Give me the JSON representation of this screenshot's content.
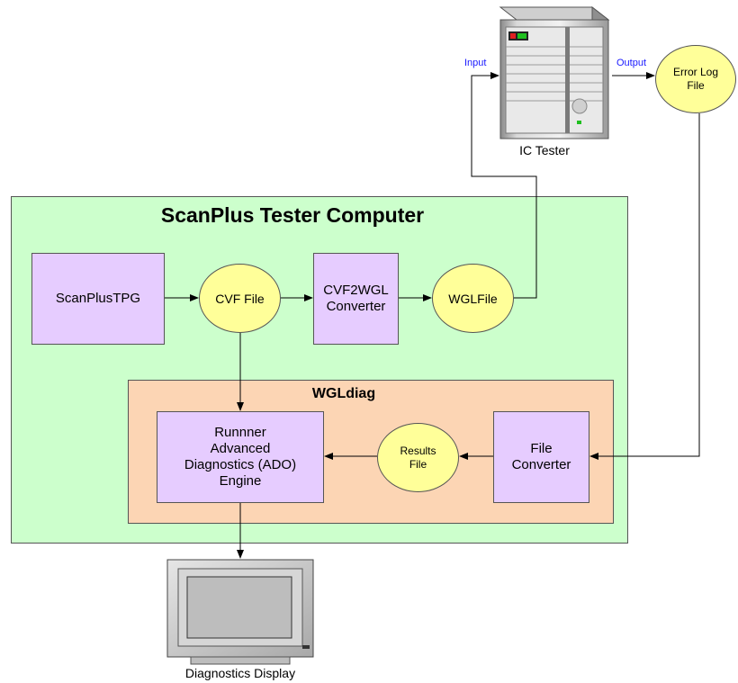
{
  "containers": {
    "tester_computer_title": "ScanPlus Tester Computer",
    "wgldiag_title": "WGLdiag"
  },
  "nodes": {
    "scanplustpg": "ScanPlusTPG",
    "cvf_file": "CVF File",
    "cvf2wgl_line1": "CVF2WGL",
    "cvf2wgl_line2": "Converter",
    "wglfile": "WGLFile",
    "ado_line1": "Runnner",
    "ado_line2": "Advanced",
    "ado_line3": "Diagnostics (ADO)",
    "ado_line4": "Engine",
    "results_line1": "Results",
    "results_line2": "File",
    "file_conv_line1": "File",
    "file_conv_line2": "Converter",
    "error_log_line1": "Error Log",
    "error_log_line2": "File"
  },
  "devices": {
    "ic_tester": "IC Tester",
    "diagnostics_display": "Diagnostics Display"
  },
  "io_labels": {
    "input": "Input",
    "output": "Output"
  },
  "colors": {
    "tester_computer_fill": "#ccffcc",
    "wgldiag_fill": "#fcd5b4",
    "process_fill": "#e6ccff",
    "file_fill": "#ffff99",
    "io_label": "#1a1aff"
  }
}
